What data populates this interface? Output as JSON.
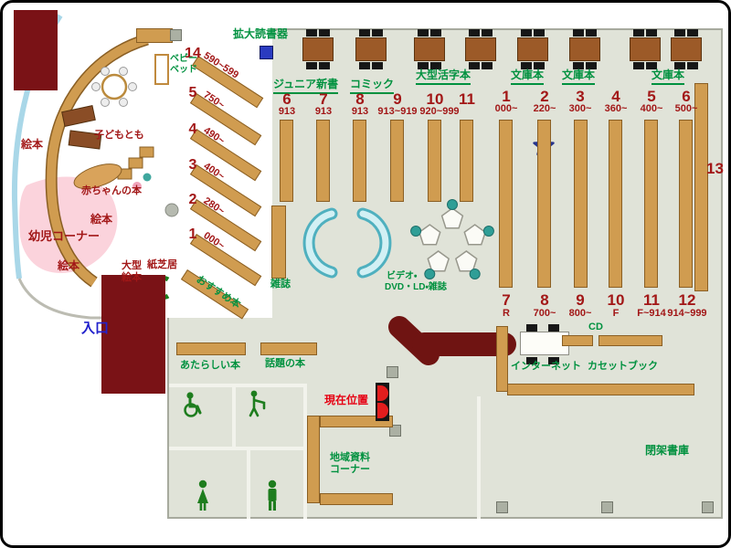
{
  "colors": {
    "floor": "#e0e3d8",
    "wall_maroon": "#7a1216",
    "shelf_tan": "#d09c50",
    "counter": "#6f1412",
    "text_green": "#00913f",
    "text_red": "#a21717",
    "entrance_blue": "#2222cc",
    "current_red": "#e60012",
    "kids_pink": "#fbd3dc",
    "arc_blue": "#a9d7e8",
    "bench_teal": "#4fb0bf",
    "star_fill": "#f4484b",
    "star_stroke": "#26348c"
  },
  "icons": {
    "magnifier_device": "blue-square",
    "current_location": "red-double-d-marker",
    "star": "star-marker",
    "wheelchair": "wheelchair-symbol",
    "toilet_women": "woman-symbol",
    "toilet_men": "man-symbol",
    "baby_changing": "person-symbol",
    "kamishibai_stand": "green-crescent"
  },
  "labels": {
    "kakudai": "拡大読書器",
    "junior": "ジュニア新書",
    "comic": "コミック",
    "large_print": "大型活字本",
    "bunko_a": "文庫本",
    "bunko_b": "文庫本",
    "bunko_c": "文庫本",
    "wall_shelf": "13",
    "entrance": "入口",
    "zasshi": "雑誌",
    "video_l1": "ビデオ・",
    "video_l2": "DVD・LD・雑誌",
    "atarashii": "あたらしい本",
    "wadai": "話題の本",
    "genzai": "現在位置",
    "chiiki_l1": "地域資料",
    "chiiki_l2": "コーナー",
    "cd": "CD",
    "internet": "インターネット",
    "cassette": "カセットブック",
    "heika": "閉架書庫"
  },
  "kids": {
    "baby_bed_l1": "ベビー",
    "baby_bed_l2": "ベッド",
    "kodomo_tomo": "子どもとも",
    "akachan": "赤ちゃんの本",
    "yoji": "幼児コーナー",
    "ehon_1": "絵本",
    "ehon_2": "絵本",
    "ehon_3": "絵本",
    "ogata_l1": "大型",
    "ogata_l2": "絵本",
    "kamishibai": "紙芝居",
    "osusume": "おすすめ本"
  },
  "diag_shelves": [
    {
      "num": "14",
      "range": "590~599"
    },
    {
      "num": "5",
      "range": "750~"
    },
    {
      "num": "4",
      "range": "490~"
    },
    {
      "num": "3",
      "range": "400~"
    },
    {
      "num": "2",
      "range": "280~"
    },
    {
      "num": "1",
      "range": "000~"
    }
  ],
  "top_shelves": [
    {
      "num": "6",
      "range": "913"
    },
    {
      "num": "7",
      "range": "913"
    },
    {
      "num": "8",
      "range": "913"
    },
    {
      "num": "9",
      "range": "913~919"
    },
    {
      "num": "10",
      "range": "920~999"
    },
    {
      "num": "11",
      "range": ""
    },
    {
      "num": "1",
      "range": "000~"
    },
    {
      "num": "2",
      "range": "220~"
    },
    {
      "num": "3",
      "range": "300~"
    },
    {
      "num": "4",
      "range": "360~"
    },
    {
      "num": "5",
      "range": "400~"
    },
    {
      "num": "6",
      "range": "500~"
    }
  ],
  "bottom_shelves": [
    {
      "num": "7",
      "range": "R"
    },
    {
      "num": "8",
      "range": "700~"
    },
    {
      "num": "9",
      "range": "800~"
    },
    {
      "num": "10",
      "range": "F"
    },
    {
      "num": "11",
      "range": "F~914"
    },
    {
      "num": "12",
      "range": "914~999"
    }
  ]
}
